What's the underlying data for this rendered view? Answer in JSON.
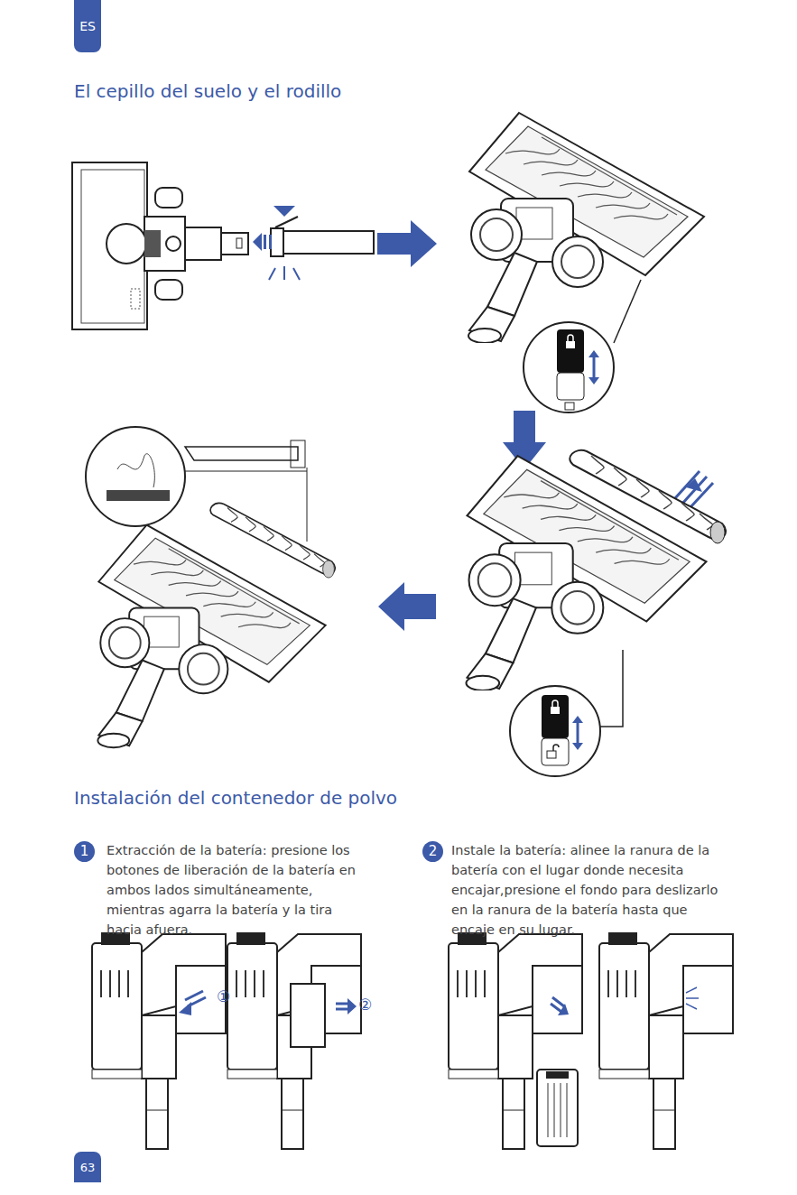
{
  "diagram": {
    "title": "El cepillo del suelo y el rodillo",
    "nodes": [
      {
        "text": [
          "ES"
        ]
      },
      {
        "text": [
          "1"
        ]
      },
      {
        "text": [
          "2"
        ]
      },
      {
        "text": [
          "63"
        ]
      }
    ],
    "labels": [
      "Instalación del contenedor de polvo",
      "Extracción de la batería: presione los botones de liberación de la batería en ambos lados simultáneamente, mientras agarra la batería y la tira hacia afuera.",
      "Instale la batería: alinee la ranura de la batería con el lugar donde necesita encajar,presione el fondo para deslizarlo en la ranura de la batería hasta que encaje en su lugar.",
      "①",
      "②"
    ]
  }
}
